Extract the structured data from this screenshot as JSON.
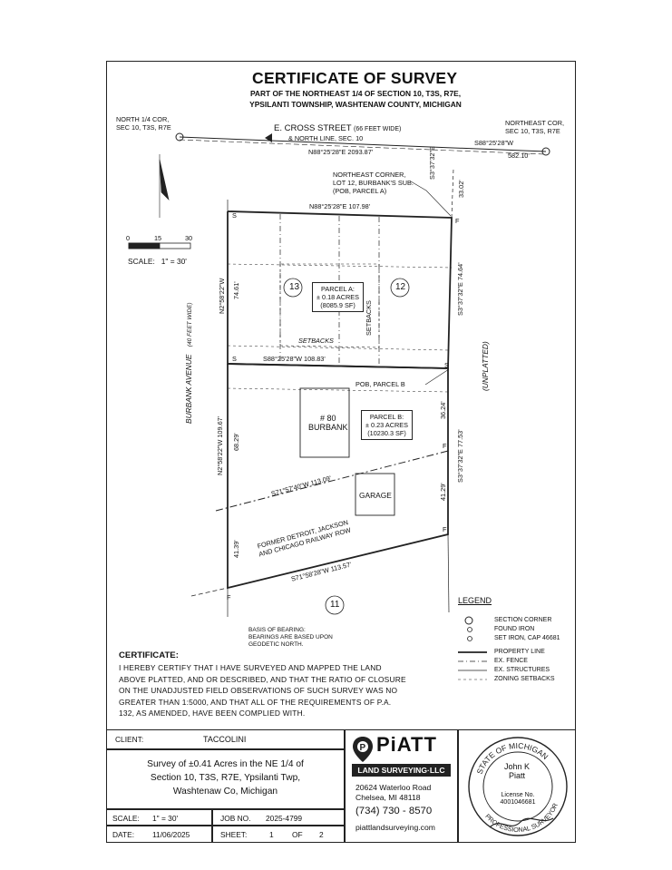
{
  "header": {
    "title": "CERTIFICATE OF SURVEY",
    "subtitle_lines": [
      "PART OF THE NORTHEAST 1/4 OF SECTION 10, T3S, R7E,",
      "YPSILANTI TOWNSHIP, WASHTENAW COUNTY, MICHIGAN"
    ]
  },
  "map": {
    "north_corner": [
      "NORTH 1/4 COR,",
      "SEC 10, T3S, R7E"
    ],
    "northeast_corner": [
      "NORTHEAST COR,",
      "SEC 10, T3S, R7E"
    ],
    "street": "E. CROSS STREET",
    "street_width": "(66 FEET WIDE)",
    "street_line": "& NORTH LINE, SEC. 10",
    "bearing_main": "N88°25'28\"E  2093.87'",
    "bearing_east": "S88°25'28\"W",
    "dist_east": "582.10'",
    "ne_lot_note": [
      "NORTHEAST CORNER,",
      "LOT 12, BURBANK'S SUB.",
      "(POB, PARCEL A)"
    ],
    "east_tie_bearing": "S3°37'32\"E",
    "east_tie_dist": "33.02'",
    "north_line": "N88°25'28\"E  107.98'",
    "west_a_bearing": "N2°58'22\"W",
    "west_a_dist": "74.61'",
    "east_a_label": "S3°37'32\"E  74.64'",
    "lot_13": "13",
    "lot_12": "12",
    "lot_11": "11",
    "parcel_a": [
      "PARCEL A:",
      "± 0.18 ACRES",
      "(8085.9 SF)"
    ],
    "setbacks_v": "SETBACKS",
    "setbacks_h": "SETBACKS",
    "middle_line": "S88°25'28\"W  108.83'",
    "pob_b": "POB, PARCEL B",
    "street_w": "BURBANK AVENUE",
    "street_w_width": "(40 FEET WIDE)",
    "unplatted": "(UNPLATTED)",
    "house": [
      "# 80",
      "BURBANK"
    ],
    "parcel_b": [
      "PARCEL B:",
      "± 0.23 ACRES",
      "(10230.3 SF)"
    ],
    "west_b_label": "N2°58'22\"W  109.67'",
    "west_b_dist": "68.29'",
    "east_b_label": "S3°37'32\"E  77.53'",
    "east_b_dist1": "36.24'",
    "east_b_dist2": "41.29'",
    "rail_line": "S71°57'40\"W  113.09'",
    "garage": "GARAGE",
    "railway": [
      "FORMER DETROIT, JACKSON",
      "AND CHICAGO RAILWAY ROW"
    ],
    "west_c_dist": "41.39'",
    "south_line": "S71°58'28\"W  113.57'",
    "basis": [
      "BASIS OF BEARING:",
      "BEARINGS ARE BASED UPON",
      "GEODETIC NORTH."
    ],
    "scale_ticks": [
      "0",
      "15",
      "30"
    ],
    "scale_label": "SCALE:   1\" = 30'",
    "corner_marks": {
      "s": "S",
      "f": "F"
    }
  },
  "legend": {
    "title": "LEGEND",
    "items": [
      "SECTION CORNER",
      "FOUND IRON",
      "SET IRON, CAP 46681",
      "PROPERTY LINE",
      "EX. FENCE",
      "EX. STRUCTURES",
      "ZONING SETBACKS"
    ]
  },
  "certificate": {
    "heading": "CERTIFICATE:",
    "lines": [
      "I HEREBY CERTIFY THAT I HAVE SURVEYED AND MAPPED THE LAND",
      "ABOVE PLATTED, AND OR DESCRIBED, AND THAT THE RATIO OF CLOSURE",
      "ON THE UNADJUSTED FIELD OBSERVATIONS OF SUCH SURVEY WAS NO",
      "GREATER THAN 1:5000, AND THAT ALL OF THE REQUIREMENTS OF P.A.",
      "132, AS AMENDED, HAVE BEEN COMPLIED WITH."
    ]
  },
  "titleblock": {
    "client_label": "CLIENT:",
    "client": "TACCOLINI",
    "description": [
      "Survey of ±0.41 Acres in the NE 1/4 of",
      "Section 10, T3S, R7E, Ypsilanti Twp,",
      "Washtenaw Co, Michigan"
    ],
    "scale_label": "SCALE:",
    "scale": "1\" = 30'",
    "job_label": "JOB NO.",
    "job": "2025-4799",
    "date_label": "DATE:",
    "date": "11/06/2025",
    "sheet_label": "SHEET:",
    "sheet": "1",
    "of_label": "OF",
    "sheets": "2"
  },
  "company": {
    "logo_word": "PiATT",
    "logo_sub": "LAND SURVEYING·LLC",
    "address1": "20624 Waterloo Road",
    "address2": "Chelsea, MI  48118",
    "phone": "(734) 730 - 8570",
    "web": "piattlandsurveying.com"
  },
  "seal": {
    "ring_top": "STATE OF MICHIGAN",
    "name1": "John K",
    "name2": "Piatt",
    "license_label": "License No.",
    "license": "4001046681",
    "ring_bottom": "PROFESSIONAL SURVEYOR"
  }
}
